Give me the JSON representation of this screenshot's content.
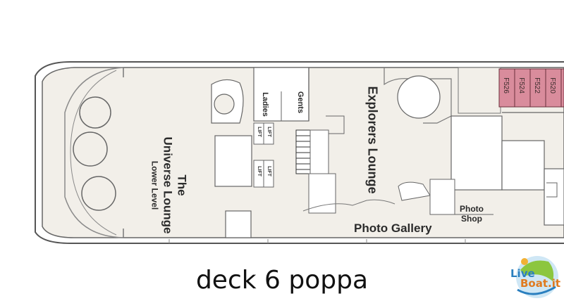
{
  "map": {
    "colors": {
      "deck": "#f2efe9",
      "wall": "#6f6f6f",
      "room": "#ffffff",
      "cabin": "#d98c9c",
      "logo_blue": "#2a7fbf",
      "logo_orange": "#e07a1f"
    },
    "rooms": {
      "universe_lounge": {
        "line1": "The",
        "line2": "Universe Lounge",
        "line3": "Lower Level"
      },
      "explorers_lounge": "Explorers Lounge",
      "ladies": "Ladies",
      "gents": "Gents",
      "photo_gallery": "Photo Gallery",
      "photo_shop": {
        "line1": "Photo",
        "line2": "Shop"
      }
    },
    "lifts": [
      "LIFT",
      "LIFT",
      "LIFT",
      "LIFT"
    ],
    "cabins": [
      "F526",
      "F524",
      "F522",
      "F520"
    ]
  },
  "caption": "deck 6 poppa",
  "logo": {
    "word1": "Live",
    "word2": "Boat.it"
  }
}
